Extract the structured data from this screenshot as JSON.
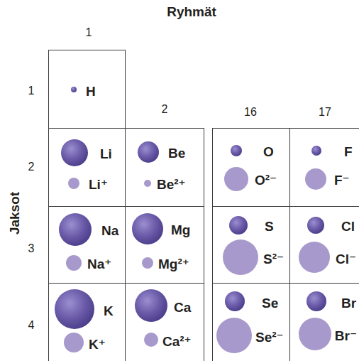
{
  "diagram": {
    "nodes": [
      {
        "text": [
          "H"
        ]
      },
      {
        "text": [
          "Li",
          "Li⁺"
        ]
      },
      {
        "text": [
          "Be",
          "Be²⁺"
        ]
      },
      {
        "text": [
          "O",
          "O²⁻"
        ]
      },
      {
        "text": [
          "F",
          "F⁻"
        ]
      },
      {
        "text": [
          "Na",
          "Na⁺"
        ]
      },
      {
        "text": [
          "Mg",
          "Mg²⁺"
        ]
      },
      {
        "text": [
          "S",
          "S²⁻"
        ]
      },
      {
        "text": [
          "Cl",
          "Cl⁻"
        ]
      },
      {
        "text": [
          "K",
          "K⁺"
        ]
      },
      {
        "text": [
          "Ca",
          "Ca²⁺"
        ]
      },
      {
        "text": [
          "Se",
          "Se²⁻"
        ]
      },
      {
        "text": [
          "Br",
          "Br⁻"
        ]
      }
    ],
    "labels": [
      "Ryhmät",
      "1",
      "2",
      "16",
      "17",
      "Jaksot",
      "1",
      "2",
      "3",
      "4"
    ]
  }
}
